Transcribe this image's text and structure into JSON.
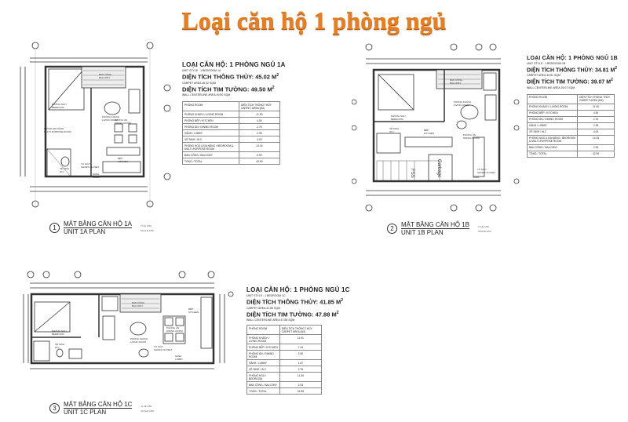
{
  "page": {
    "title": "Loại căn hộ 1 phòng ngủ",
    "title_color": "#e67e22"
  },
  "units": [
    {
      "id": "1A",
      "heading": "LOẠI CĂN HỘ: 1 PHÒNG NGỦ 1A",
      "unit_style": "UNIT STYLE : 1 BEDROOM 1A",
      "carpet_label": "DIỆN TÍCH THÔNG THỦY: 45.02 M",
      "carpet_sub": "CARPET AREA 45.02 SQM",
      "wall_label": "DIỆN TÍCH TIM TƯỜNG: 49.50 M",
      "wall_sub": "WALL CENTERLINE AREA 49.50 SQM",
      "table_header": [
        "PHÒNG\nROOM",
        "DIỆN TÍCH THÔNG THỦY\nCARPET AREA (M2)"
      ],
      "rows": [
        [
          "PHÒNG KHÁCH / LIVING ROOM",
          "11.90"
        ],
        [
          "PHÒNG BẾP / KITCHEN",
          "4.50"
        ],
        [
          "PHÒNG ĂN / DINING ROOM",
          "2.76"
        ],
        [
          "SẢNH / LOBBY",
          "2.95"
        ],
        [
          "VỆ SINH / W.C",
          "4.03"
        ],
        [
          "PHÒNG NGỦ & ĐA NĂNG / BEDROOM & MULTI-PURPOSE ROOM",
          "14.34"
        ],
        [
          "BAN CÔNG / BALCONY",
          "2.93"
        ],
        [
          "TỔNG / TOTAL",
          "42.90"
        ]
      ],
      "caption_number": "1",
      "caption_vi": "MẶT BẰNG CĂN HỘ 1A",
      "caption_en": "UNIT 1A PLAN",
      "scale": "TỈ LỆ 1/50",
      "scale_en": "SCALE 1/50",
      "room_labels": [
        "BAN CÔNG / BALCONY",
        "PHÒNG NGỦ / BEDROOM",
        "PHÒNG KHÁCH / LIVING ROOM",
        "PHÒNG ĐA NĂNG / MULTI-PURPOSE ROOM",
        "PHÒNG ĂN / DINING ROOM",
        "VỆ SINH / W.C",
        "TỦ GIÀY / SHOES CLOSET",
        "BẾP / KITCHEN",
        "SẢNH / LOBBY"
      ]
    },
    {
      "id": "1B",
      "heading": "LOẠI CĂN HỘ: 1 PHÒNG NGỦ 1B",
      "unit_style": "UNIT STYLE : 1 BEDROOM 1B",
      "carpet_label": "DIỆN TÍCH THÔNG THỦY: 34.81 M",
      "carpet_sub": "CARPET AREA 34.81 SQM",
      "wall_label": "DIỆN TÍCH TIM TƯỜNG: 39.07 M",
      "wall_sub": "WALL CENTERLINE AREA 39.07 SQM",
      "table_header": [
        "PHÒNG\nROOM",
        "DIỆN TÍCH THÔNG THỦY\nCARPET AREA (M2)"
      ],
      "rows": [
        [
          "PHÒNG KHÁCH / LIVING ROOM",
          "11.90"
        ],
        [
          "PHÒNG BẾP / KITCHEN",
          "4.50"
        ],
        [
          "PHÒNG ĂN / DINING ROOM",
          "2.76"
        ],
        [
          "SẢNH / LOBBY",
          "2.35"
        ],
        [
          "VỆ SINH / W.C",
          "4.03"
        ],
        [
          "PHÒNG NGỦ & ĐA NĂNG / BEDROOM & MULTI-PURPOSE ROOM",
          "14.34"
        ],
        [
          "BAN CÔNG / BALCONY",
          "2.93"
        ],
        [
          "TỔNG / TOTAL",
          "42.90"
        ]
      ],
      "caption_number": "2",
      "caption_vi": "MẶT BẰNG CĂN HỘ 1B",
      "caption_en": "UNIT 1B PLAN",
      "scale": "TỈ LỆ 1/50",
      "scale_en": "SCALE 1/50",
      "room_labels": [
        "BAN CÔNG / BALCONY",
        "PHÒNG NGỦ / BEDROOM",
        "PHÒNG KHÁCH / LIVING ROOM",
        "PHÒNG ĂN / DINING ROOM",
        "VỆ SINH / W.C",
        "BẾP / KITCHEN",
        "FSS",
        "Garbage",
        "TỦ GIÀY / SHOES CLOSET",
        "SẢNH / LOBBY"
      ]
    },
    {
      "id": "1C",
      "heading": "LOẠI CĂN HỘ: 1 PHÒNG NGỦ 1C",
      "unit_style": "UNIT STYLE : 1 BEDROOM 1C",
      "carpet_label": "DIỆN TÍCH THÔNG THỦY: 41.85 M",
      "carpet_sub": "CARPET AREA 41.85 SQM",
      "wall_label": "DIỆN TÍCH TIM TƯỜNG: 47.88 M",
      "wall_sub": "WALL CENTERLINE AREA 47.88 SQM",
      "table_header": [
        "PHÒNG\nROOM",
        "DIỆN TÍCH THÔNG THỦY\nCARPET AREA (M2)"
      ],
      "rows": [
        [
          "PHÒNG KHÁCH / LIVING ROOM",
          "11.91"
        ],
        [
          "PHÒNG BẾP / KITCHEN",
          "7.44"
        ],
        [
          "PHÒNG ĂN / DINING ROOM",
          "2.50"
        ],
        [
          "SẢNH / LOBBY",
          "1.67"
        ],
        [
          "VỆ SINH / W.C",
          "2.76"
        ],
        [
          "PHÒNG NGỦ / BEDROOM",
          "11.36"
        ],
        [
          "BAN CÔNG / BALCONY",
          "2.93"
        ],
        [
          "TỔNG / TOTAL",
          "41.55"
        ]
      ],
      "caption_number": "3",
      "caption_vi": "MẶT BẰNG CĂN HỘ 1C",
      "caption_en": "UNIT 1C PLAN",
      "scale": "TỈ LỆ 1/50",
      "scale_en": "SCALE 1/50",
      "room_labels": [
        "BAN CÔNG / BALCONY",
        "PHÒNG NGỦ / BEDROOM",
        "PHÒNG KHÁCH / LIVING ROOM",
        "PHÒNG ĂN / DINING ROOM",
        "BẾP / KITCHEN",
        "VỆ SINH / W.C",
        "TỦ GIÀY / SHOES CLOSET",
        "SẢNH / LOBBY"
      ]
    }
  ]
}
